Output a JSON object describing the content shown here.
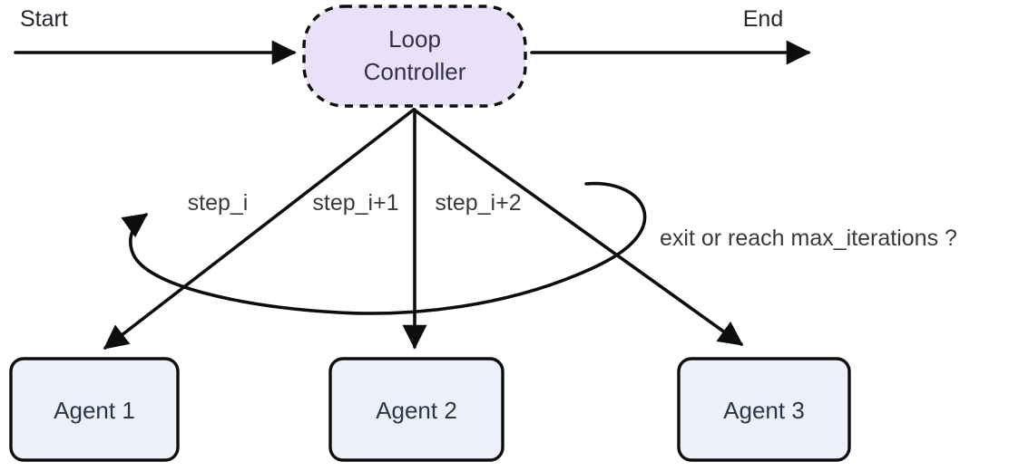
{
  "colors": {
    "background": "#ffffff",
    "stroke": "#0d0d0d",
    "loop_node_fill": "#e8e1f7",
    "agent_fill": "#ecf1f9",
    "loop_node_text": "#343046",
    "agent_text": "#2b3646",
    "terminal_text": "#26282e",
    "edge_label_text": "#3a3a3a"
  },
  "diagram": {
    "start_label": "Start",
    "end_label": "End",
    "loop_controller": {
      "label": "Loop Controller",
      "label_lines": [
        "Loop",
        "Controller"
      ]
    },
    "agents": [
      {
        "label": "Agent 1"
      },
      {
        "label": "Agent 2"
      },
      {
        "label": "Agent 3"
      }
    ],
    "edges": {
      "step_i": "step_i",
      "step_i_plus_1": "step_i+1",
      "step_i_plus_2": "step_i+2",
      "loop_condition": "exit or reach max_iterations ?"
    }
  }
}
